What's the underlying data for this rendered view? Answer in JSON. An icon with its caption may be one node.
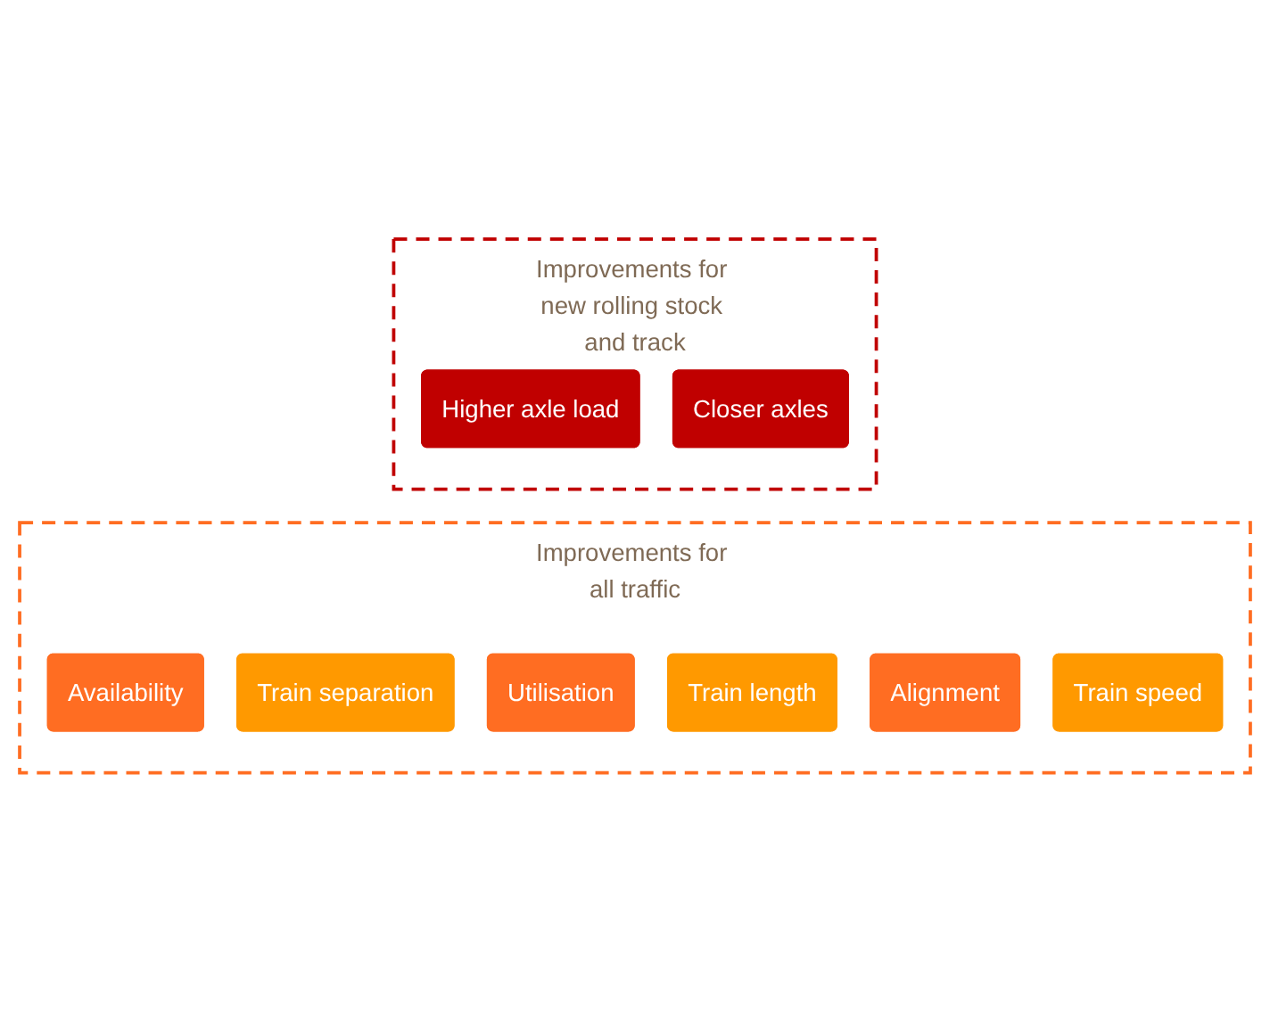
{
  "diagram": {
    "nodes": [
      {
        "text": [
          "Improvements for all traffic"
        ]
      },
      {
        "text": [
          "Availability"
        ],
        "in": 0
      },
      {
        "text": [
          "Train separation"
        ],
        "in": 0
      },
      {
        "text": [
          "Utilisation"
        ],
        "in": 0
      },
      {
        "text": [
          "Train length"
        ],
        "in": 0
      },
      {
        "text": [
          "Alignment"
        ],
        "in": 0
      },
      {
        "text": [
          "Train speed"
        ],
        "in": 0
      },
      {
        "text": [
          "Improvements for new rolling stock and track"
        ]
      },
      {
        "text": [
          "Higher axle load"
        ],
        "in": 7
      },
      {
        "text": [
          "Closer axles"
        ],
        "in": 7
      }
    ]
  }
}
